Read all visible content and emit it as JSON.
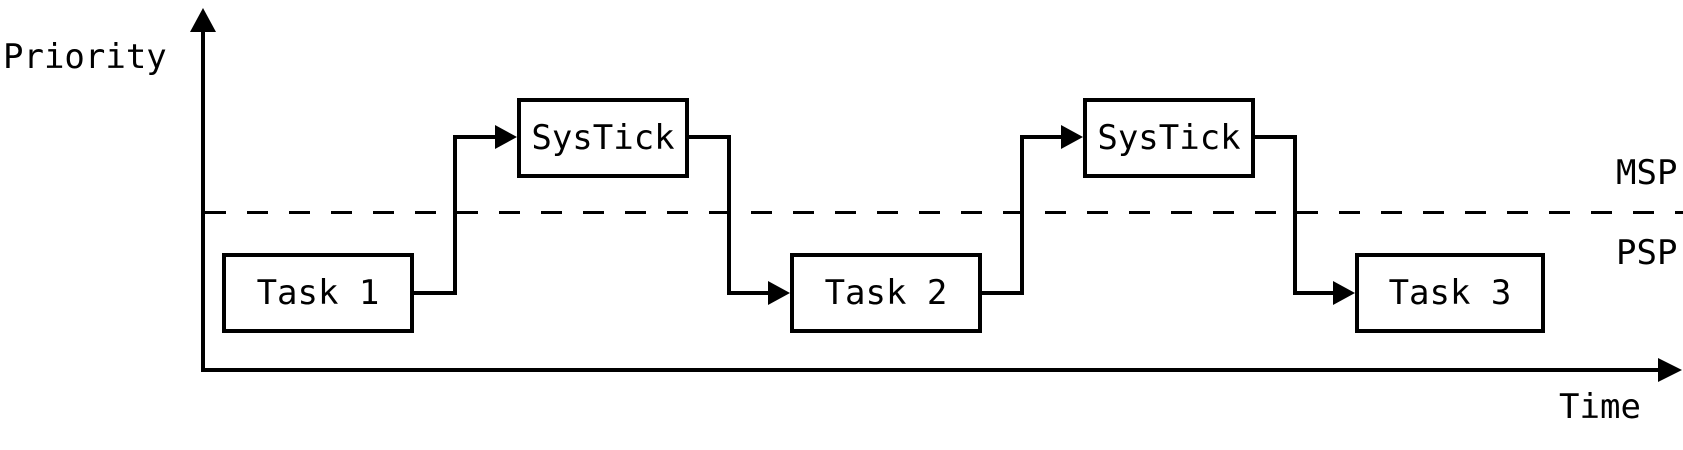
{
  "diagram": {
    "axes": {
      "y_label": "Priority",
      "x_label": "Time"
    },
    "stack_pointer_labels": {
      "msp": "MSP",
      "psp": "PSP"
    },
    "nodes": [
      {
        "id": "task-1",
        "label": "Task 1",
        "region": "psp"
      },
      {
        "id": "systick-1",
        "label": "SysTick",
        "region": "msp"
      },
      {
        "id": "task-2",
        "label": "Task 2",
        "region": "psp"
      },
      {
        "id": "systick-2",
        "label": "SysTick",
        "region": "msp"
      },
      {
        "id": "task-3",
        "label": "Task 3",
        "region": "psp"
      }
    ],
    "connections": [
      {
        "from": "task-1",
        "to": "systick-1"
      },
      {
        "from": "systick-1",
        "to": "task-2"
      },
      {
        "from": "task-2",
        "to": "systick-2"
      },
      {
        "from": "systick-2",
        "to": "task-3"
      }
    ],
    "colors": {
      "line": "#000000",
      "background": "#ffffff"
    }
  }
}
